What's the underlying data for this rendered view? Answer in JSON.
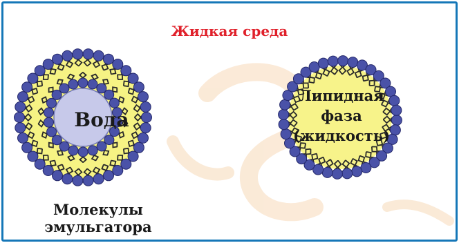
{
  "title": "Жидкая среда",
  "droplet_left": {
    "core_label": "Вода",
    "caption_line1": "Молекулы",
    "caption_line2": "эмульгатора"
  },
  "droplet_right": {
    "core_line1": "Липидная",
    "core_line2": "фаза",
    "core_line3": "(жидкость)"
  },
  "colors": {
    "title": "#e0202a",
    "frame": "#1577b8",
    "head_fill": "#4a52a8",
    "head_stroke": "#24286a",
    "tail": "#2a2a2a",
    "shell": "#f6f384",
    "water_core": "#c7c9ea",
    "lipid_core": "#f7f38a",
    "watermark": "#f7d9b8"
  }
}
